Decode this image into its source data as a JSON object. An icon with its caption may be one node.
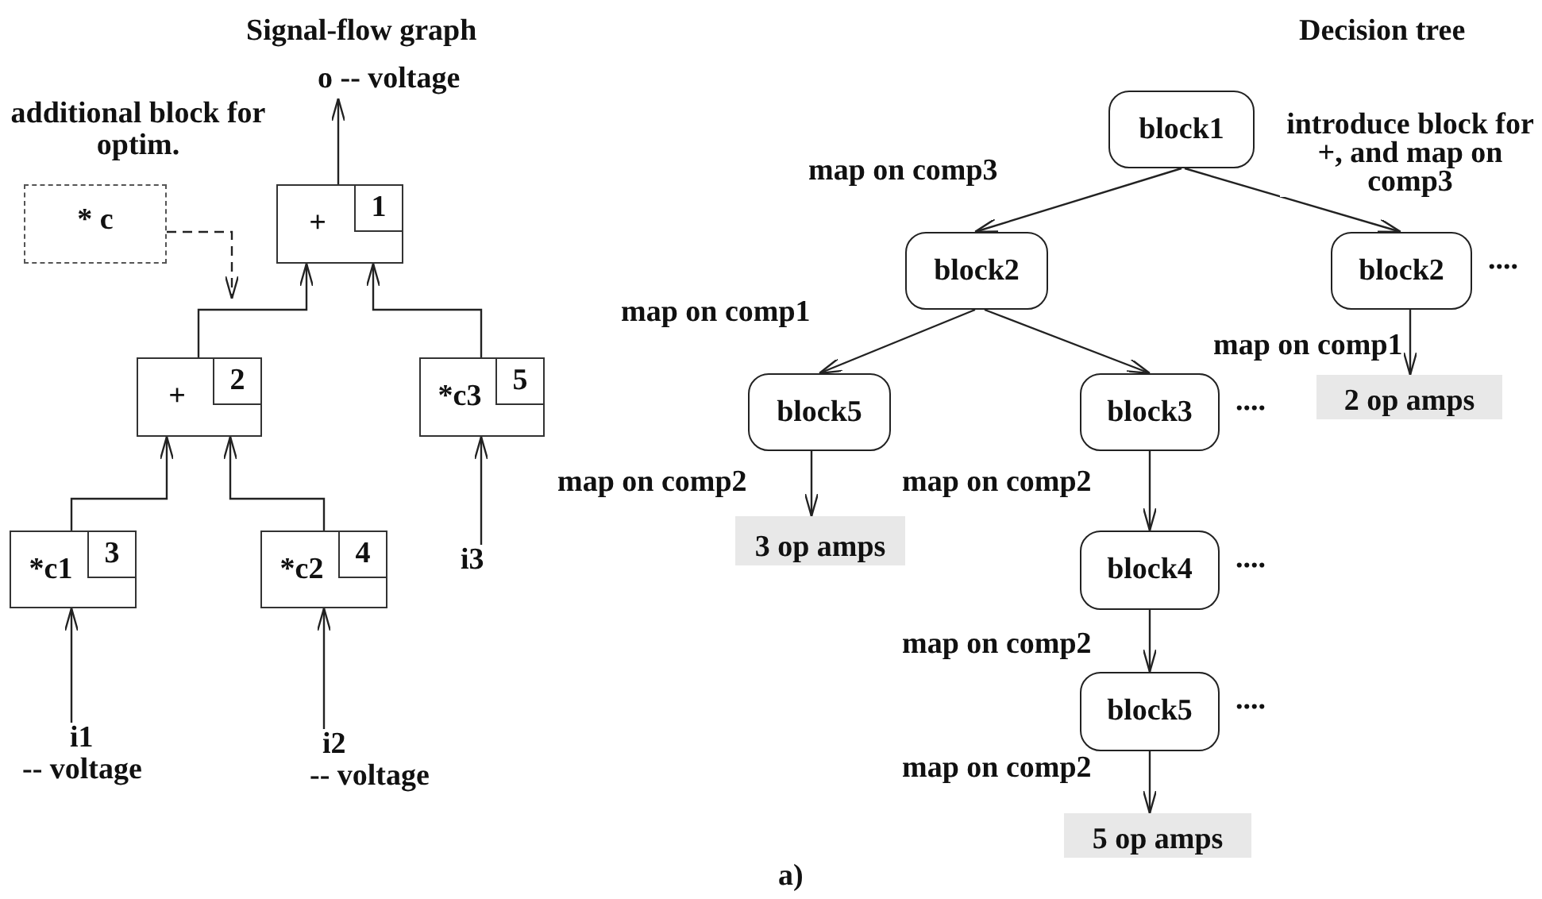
{
  "diagram": {
    "caption": "a)",
    "nodes": [
      {
        "text": [
          "o -- voltage"
        ]
      },
      {
        "text": [
          "+",
          "1"
        ]
      },
      {
        "text": [
          "additional block for optim.",
          "* c"
        ]
      },
      {
        "text": [
          "+",
          "2"
        ]
      },
      {
        "text": [
          "*c3",
          "5"
        ]
      },
      {
        "text": [
          "*c1",
          "3"
        ]
      },
      {
        "text": [
          "*c2",
          "4"
        ]
      },
      {
        "text": [
          "i1",
          "-- voltage"
        ]
      },
      {
        "text": [
          "i2",
          "-- voltage"
        ]
      },
      {
        "text": [
          "i3"
        ]
      },
      {
        "text": [
          "block1"
        ]
      },
      {
        "text": [
          "block2"
        ]
      },
      {
        "text": [
          "block2"
        ],
        "beside": [
          "...."
        ]
      },
      {
        "text": [
          "block5"
        ]
      },
      {
        "text": [
          "block3"
        ],
        "beside": [
          "...."
        ]
      },
      {
        "text": [
          "2 op amps"
        ]
      },
      {
        "text": [
          "3 op amps"
        ]
      },
      {
        "text": [
          "block4"
        ],
        "beside": [
          "...."
        ]
      },
      {
        "text": [
          "block5"
        ],
        "beside": [
          "...."
        ]
      },
      {
        "text": [
          "5 op amps"
        ]
      }
    ],
    "edges": [
      {
        "from": 1,
        "to": 0,
        "arrow": "to"
      },
      {
        "from": 3,
        "to": 1,
        "arrow": "to"
      },
      {
        "from": 4,
        "to": 1,
        "arrow": "to"
      },
      {
        "from": 5,
        "to": 3,
        "arrow": "to"
      },
      {
        "from": 6,
        "to": 3,
        "arrow": "to"
      },
      {
        "from": 9,
        "to": 4,
        "arrow": "to"
      },
      {
        "from": 7,
        "to": 5,
        "arrow": "to"
      },
      {
        "from": 8,
        "to": 6,
        "arrow": "to"
      },
      {
        "from": 2,
        "to": null,
        "arrow": "to",
        "style": "dashed"
      },
      {
        "from": 10,
        "to": 11,
        "arrow": "to",
        "label": "map on comp3"
      },
      {
        "from": 10,
        "to": 12,
        "arrow": "to",
        "label": "introduce block for +, and map on comp3"
      },
      {
        "from": 11,
        "to": 13,
        "arrow": "to",
        "label": "map on comp1"
      },
      {
        "from": 11,
        "to": 14,
        "arrow": "to"
      },
      {
        "from": 12,
        "to": 15,
        "arrow": "to",
        "label": "map on comp1"
      },
      {
        "from": 13,
        "to": 16,
        "arrow": "to",
        "label": "map on comp2"
      },
      {
        "from": 14,
        "to": 17,
        "arrow": "to",
        "label": "map on comp2"
      },
      {
        "from": 17,
        "to": 18,
        "arrow": "to",
        "label": "map on comp2"
      },
      {
        "from": 18,
        "to": 19,
        "arrow": "to",
        "label": "map on comp2"
      }
    ],
    "labels": [
      "Signal-flow graph",
      "Decision tree"
    ]
  }
}
